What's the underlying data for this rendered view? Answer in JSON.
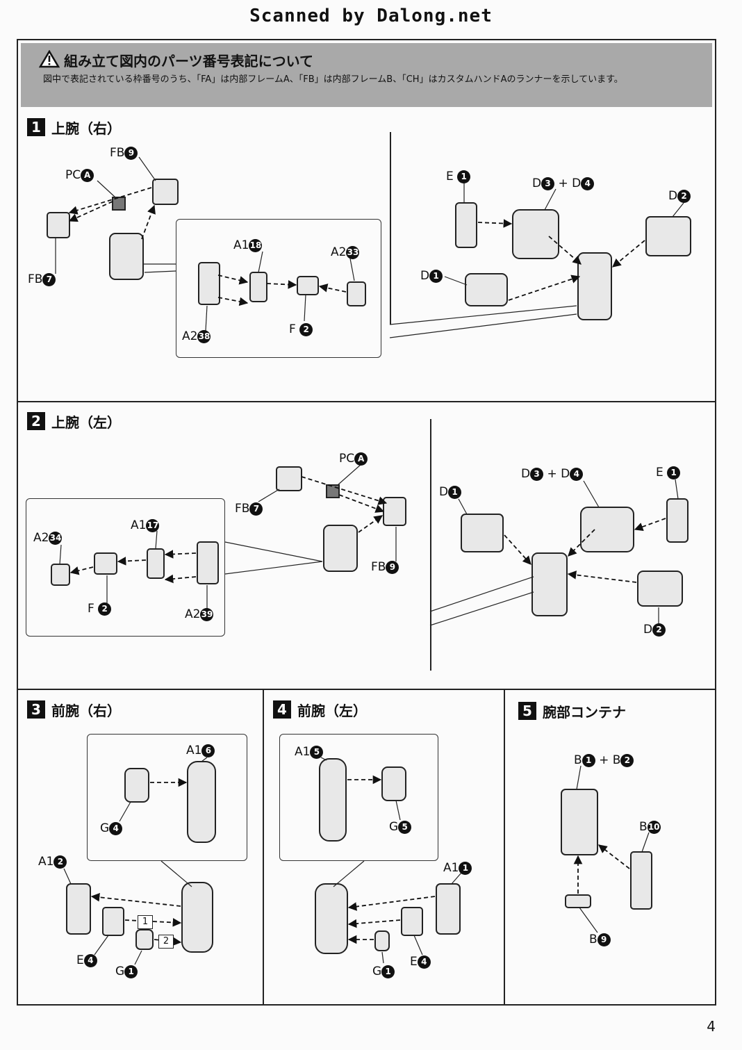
{
  "header": {
    "scan_credit": "Scanned by Dalong.net"
  },
  "notice": {
    "title": "組み立て図内のパーツ番号表記について",
    "text": "図中で表記されている枠番号のうち、「FA」は内部フレームA、「FB」は内部フレームB、「CH」はカスタムハンドAのランナーを示しています。"
  },
  "steps": [
    {
      "num": "1",
      "title": "上腕（右）"
    },
    {
      "num": "2",
      "title": "上腕（左）"
    },
    {
      "num": "3",
      "title": "前腕（右）"
    },
    {
      "num": "4",
      "title": "前腕（左）"
    },
    {
      "num": "5",
      "title": "腕部コンテナ"
    }
  ],
  "labels": {
    "s1": {
      "fb9": {
        "r": "FB",
        "n": "9"
      },
      "pca": {
        "r": "PC",
        "n": "A"
      },
      "fb7": {
        "r": "FB",
        "n": "7"
      },
      "a118": {
        "r": "A1",
        "n": "18"
      },
      "a233": {
        "r": "A2",
        "n": "33"
      },
      "a238": {
        "r": "A2",
        "n": "38"
      },
      "f2": {
        "r": "F",
        "n": "2"
      },
      "e1": {
        "r": "E",
        "n": "1"
      },
      "d3": {
        "r": "D",
        "n": "3"
      },
      "plus": "+",
      "d4": {
        "r": "D",
        "n": "4"
      },
      "d2": {
        "r": "D",
        "n": "2"
      },
      "d1": {
        "r": "D",
        "n": "1"
      }
    },
    "s2": {
      "pca": {
        "r": "PC",
        "n": "A"
      },
      "fb7": {
        "r": "FB",
        "n": "7"
      },
      "fb9": {
        "r": "FB",
        "n": "9"
      },
      "a234": {
        "r": "A2",
        "n": "34"
      },
      "a117": {
        "r": "A1",
        "n": "17"
      },
      "f2": {
        "r": "F",
        "n": "2"
      },
      "a239": {
        "r": "A2",
        "n": "39"
      },
      "d3": {
        "r": "D",
        "n": "3"
      },
      "plus": "+",
      "d4": {
        "r": "D",
        "n": "4"
      },
      "e1": {
        "r": "E",
        "n": "1"
      },
      "d1": {
        "r": "D",
        "n": "1"
      },
      "d2": {
        "r": "D",
        "n": "2"
      }
    },
    "s3": {
      "a16": {
        "r": "A1",
        "n": "6"
      },
      "g4": {
        "r": "G",
        "n": "4"
      },
      "a12": {
        "r": "A1",
        "n": "2"
      },
      "e4": {
        "r": "E",
        "n": "4"
      },
      "g1": {
        "r": "G",
        "n": "1"
      },
      "order1": "1",
      "order2": "2"
    },
    "s4": {
      "a15": {
        "r": "A1",
        "n": "5"
      },
      "g5": {
        "r": "G",
        "n": "5"
      },
      "a11": {
        "r": "A1",
        "n": "1"
      },
      "g1": {
        "r": "G",
        "n": "1"
      },
      "e4": {
        "r": "E",
        "n": "4"
      }
    },
    "s5": {
      "b1": {
        "r": "B",
        "n": "1"
      },
      "plus": "+",
      "b2": {
        "r": "B",
        "n": "2"
      },
      "b10": {
        "r": "B",
        "n": "10"
      },
      "b9": {
        "r": "B",
        "n": "9"
      }
    }
  },
  "page_number": "4"
}
